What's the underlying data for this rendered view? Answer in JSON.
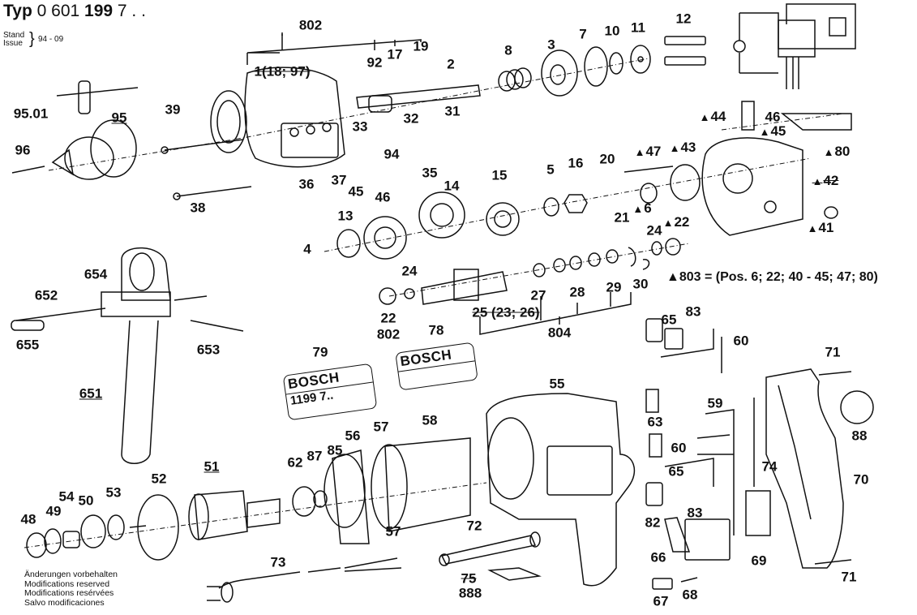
{
  "header": {
    "typ_label": "Typ",
    "typ_number_light": "0 601",
    "typ_number_bold": "199",
    "typ_suffix": "7 . .",
    "stand_label": "Stand",
    "issue_label": "Issue",
    "issue_value": "94 - 09"
  },
  "footer": {
    "lines": [
      "Änderungen vorbehalten",
      "Modifications reserved",
      "Modifications resérvées",
      "Salvo modificaciones"
    ]
  },
  "note": {
    "triangle": "▲",
    "text": "803 = (Pos. 6; 22; 40 - 45; 47; 80)"
  },
  "plates": {
    "plate_79_brand": "BOSCH",
    "plate_79_model": "1199 7..",
    "plate_78_brand": "BOSCH"
  },
  "callouts": [
    {
      "id": "802-top",
      "text": "802"
    },
    {
      "id": "1",
      "text": "1(18; 97)",
      "style": "struck"
    },
    {
      "id": "92",
      "text": "92"
    },
    {
      "id": "17",
      "text": "17"
    },
    {
      "id": "19",
      "text": "19"
    },
    {
      "id": "2",
      "text": "2"
    },
    {
      "id": "8",
      "text": "8"
    },
    {
      "id": "3",
      "text": "3"
    },
    {
      "id": "7",
      "text": "7"
    },
    {
      "id": "10",
      "text": "10"
    },
    {
      "id": "11",
      "text": "11"
    },
    {
      "id": "12",
      "text": "12"
    },
    {
      "id": "95.01",
      "text": "95.01"
    },
    {
      "id": "95",
      "text": "95",
      "style": "underline"
    },
    {
      "id": "96",
      "text": "96"
    },
    {
      "id": "39",
      "text": "39"
    },
    {
      "id": "38",
      "text": "38"
    },
    {
      "id": "36",
      "text": "36"
    },
    {
      "id": "37",
      "text": "37"
    },
    {
      "id": "33",
      "text": "33"
    },
    {
      "id": "32",
      "text": "32"
    },
    {
      "id": "31",
      "text": "31"
    },
    {
      "id": "94",
      "text": "94"
    },
    {
      "id": "35",
      "text": "35"
    },
    {
      "id": "45a",
      "text": "45"
    },
    {
      "id": "46a",
      "text": "46"
    },
    {
      "id": "44",
      "text": "44",
      "triangle": true
    },
    {
      "id": "46b",
      "text": "46"
    },
    {
      "id": "45b",
      "text": "45",
      "triangle": true
    },
    {
      "id": "47",
      "text": "47",
      "triangle": true
    },
    {
      "id": "43",
      "text": "43",
      "triangle": true
    },
    {
      "id": "80",
      "text": "80",
      "triangle": true
    },
    {
      "id": "42",
      "text": "42",
      "triangle": true,
      "style": "struck"
    },
    {
      "id": "41",
      "text": "41",
      "triangle": true
    },
    {
      "id": "6",
      "text": "6",
      "triangle": true
    },
    {
      "id": "22b",
      "text": "22",
      "triangle": true
    },
    {
      "id": "24b",
      "text": "24"
    },
    {
      "id": "20",
      "text": "20"
    },
    {
      "id": "21",
      "text": "21"
    },
    {
      "id": "16",
      "text": "16"
    },
    {
      "id": "5",
      "text": "5"
    },
    {
      "id": "15",
      "text": "15"
    },
    {
      "id": "14",
      "text": "14"
    },
    {
      "id": "13",
      "text": "13"
    },
    {
      "id": "4",
      "text": "4"
    },
    {
      "id": "24a",
      "text": "24"
    },
    {
      "id": "22a",
      "text": "22"
    },
    {
      "id": "802-bot",
      "text": "802"
    },
    {
      "id": "25",
      "text": "25 (23; 26)",
      "style": "struck"
    },
    {
      "id": "27",
      "text": "27"
    },
    {
      "id": "28",
      "text": "28"
    },
    {
      "id": "29",
      "text": "29"
    },
    {
      "id": "30",
      "text": "30"
    },
    {
      "id": "804",
      "text": "804"
    },
    {
      "id": "654",
      "text": "654"
    },
    {
      "id": "652",
      "text": "652"
    },
    {
      "id": "655",
      "text": "655"
    },
    {
      "id": "653",
      "text": "653"
    },
    {
      "id": "651",
      "text": "651",
      "style": "underline"
    },
    {
      "id": "79",
      "text": "79"
    },
    {
      "id": "78",
      "text": "78"
    },
    {
      "id": "55",
      "text": "55"
    },
    {
      "id": "65a",
      "text": "65"
    },
    {
      "id": "83a",
      "text": "83"
    },
    {
      "id": "60a",
      "text": "60"
    },
    {
      "id": "71a",
      "text": "71"
    },
    {
      "id": "88",
      "text": "88"
    },
    {
      "id": "59",
      "text": "59"
    },
    {
      "id": "63",
      "text": "63"
    },
    {
      "id": "60b",
      "text": "60"
    },
    {
      "id": "65b",
      "text": "65"
    },
    {
      "id": "83b",
      "text": "83"
    },
    {
      "id": "74",
      "text": "74"
    },
    {
      "id": "70",
      "text": "70"
    },
    {
      "id": "82",
      "text": "82"
    },
    {
      "id": "66",
      "text": "66"
    },
    {
      "id": "69",
      "text": "69"
    },
    {
      "id": "67",
      "text": "67"
    },
    {
      "id": "68",
      "text": "68"
    },
    {
      "id": "71b",
      "text": "71"
    },
    {
      "id": "58",
      "text": "58"
    },
    {
      "id": "57a",
      "text": "57"
    },
    {
      "id": "57b",
      "text": "57"
    },
    {
      "id": "56",
      "text": "56"
    },
    {
      "id": "85",
      "text": "85"
    },
    {
      "id": "87",
      "text": "87"
    },
    {
      "id": "62",
      "text": "62"
    },
    {
      "id": "51",
      "text": "51",
      "style": "underline"
    },
    {
      "id": "52",
      "text": "52"
    },
    {
      "id": "53",
      "text": "53"
    },
    {
      "id": "54",
      "text": "54"
    },
    {
      "id": "50",
      "text": "50"
    },
    {
      "id": "49",
      "text": "49"
    },
    {
      "id": "48",
      "text": "48"
    },
    {
      "id": "72",
      "text": "72"
    },
    {
      "id": "73",
      "text": "73"
    },
    {
      "id": "75",
      "text": "75",
      "style": "struck"
    },
    {
      "id": "888",
      "text": "888"
    }
  ]
}
